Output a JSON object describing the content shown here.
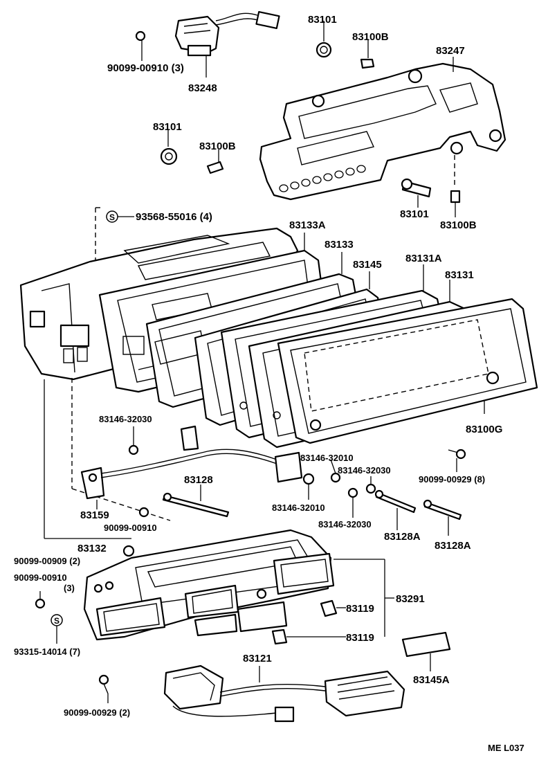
{
  "diagram_code": "ME L037",
  "symbol_s": "S",
  "labels": {
    "p_90099_00910_3": "90099-00910 (3)",
    "p_83248": "83248",
    "p_83101_a": "83101",
    "p_83100b_a": "83100B",
    "p_83247": "83247",
    "p_83101_b": "83101",
    "p_83100b_b": "83100B",
    "p_83101_c": "83101",
    "p_83100b_c": "83100B",
    "p_93568_55016": "93568-55016 (4)",
    "p_83133a": "83133A",
    "p_83133": "83133",
    "p_83145": "83145",
    "p_83131a": "83131A",
    "p_83131": "83131",
    "p_83100g": "83100G",
    "p_83146_32030_a": "83146-32030",
    "p_83146_32010_a": "83146-32010",
    "p_83146_32030_b": "83146-32030",
    "p_90099_00929_8": "90099-00929 (8)",
    "p_83128": "83128",
    "p_83146_32010_b": "83146-32010",
    "p_83146_32030_c": "83146-32030",
    "p_83159": "83159",
    "p_90099_00910": "90099-00910",
    "p_83128a_a": "83128A",
    "p_83128a_b": "83128A",
    "p_83132": "83132",
    "p_90099_00909_2": "90099-00909 (2)",
    "p_90099_00910_b": "90099-00910",
    "p_qty_3": "(3)",
    "p_83291": "83291",
    "p_83119_a": "83119",
    "p_83119_b": "83119",
    "p_93315_14014": "93315-14014 (7)",
    "p_83121": "83121",
    "p_83145a": "83145A",
    "p_90099_00929_2": "90099-00929 (2)"
  }
}
